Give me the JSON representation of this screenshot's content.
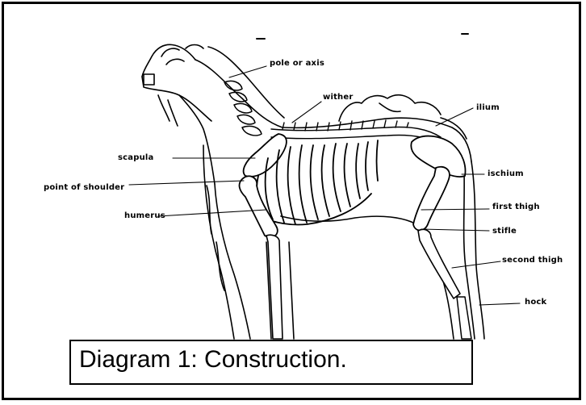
{
  "labels": {
    "pole_or_axis": "pole or axis",
    "wither": "wither",
    "ilium": "ilium",
    "scapula": "scapula",
    "point_of_shoulder": "point of shoulder",
    "humerus": "humerus",
    "ischium": "ischium",
    "first_thigh": "first thigh",
    "stifle": "stifle",
    "second_thigh": "second thigh",
    "hock": "hock"
  },
  "caption": "Diagram 1:  Construction."
}
